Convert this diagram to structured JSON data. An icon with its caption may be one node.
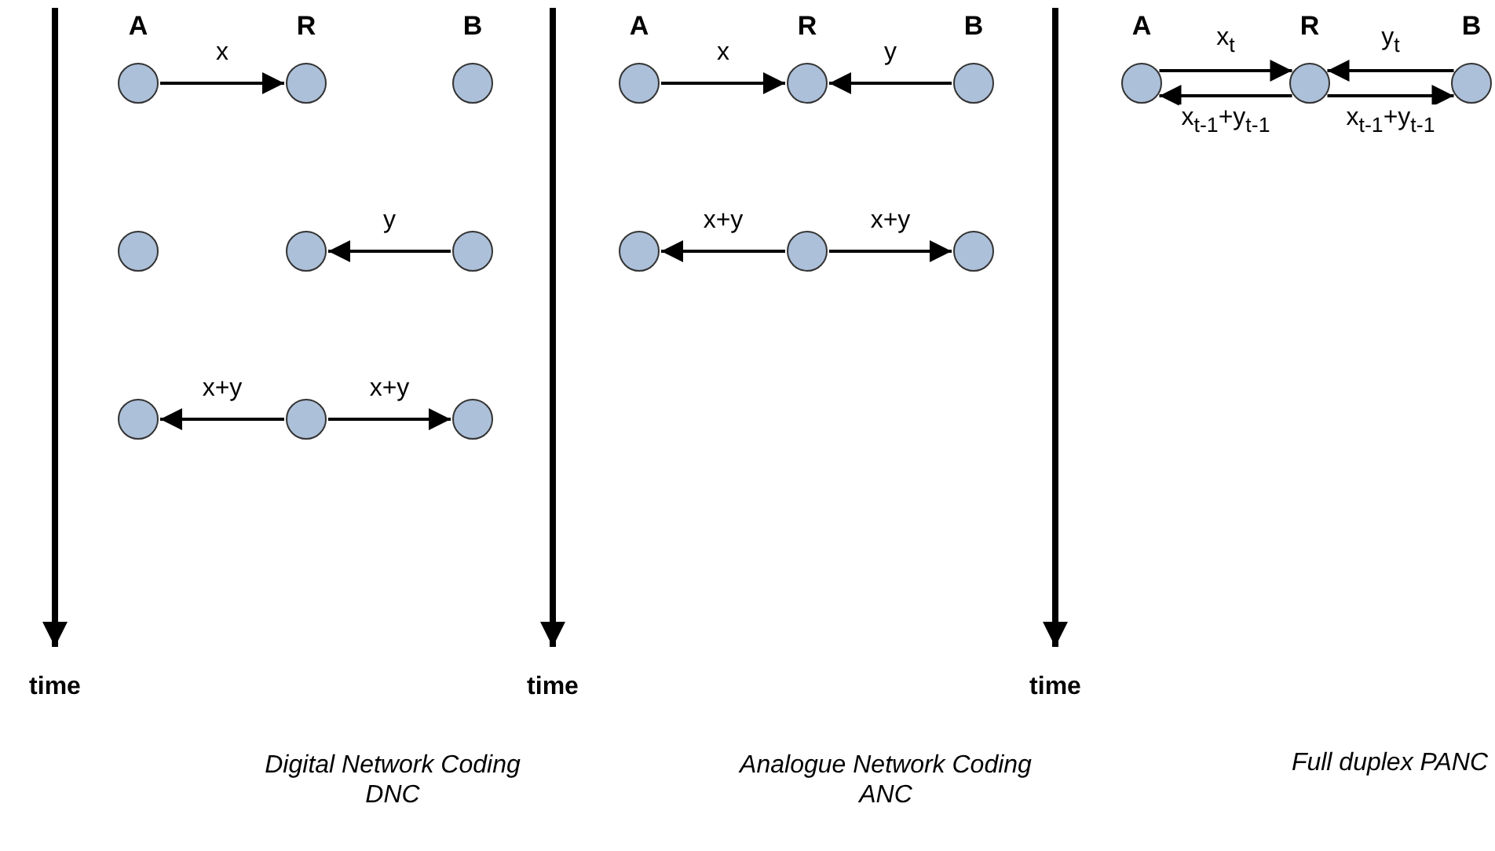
{
  "diagram": {
    "nodes": [
      {
        "text": [],
        "shape": "circle"
      },
      {
        "text": [],
        "shape": "circle"
      },
      {
        "text": [],
        "shape": "circle"
      },
      {
        "text": [],
        "shape": "circle"
      },
      {
        "text": [],
        "shape": "circle"
      },
      {
        "text": [],
        "shape": "circle"
      },
      {
        "text": [],
        "shape": "circle"
      },
      {
        "text": [],
        "shape": "circle"
      },
      {
        "text": [],
        "shape": "circle"
      },
      {
        "text": [],
        "shape": "circle"
      },
      {
        "text": [],
        "shape": "circle"
      },
      {
        "text": [],
        "shape": "circle"
      },
      {
        "text": [],
        "shape": "circle"
      },
      {
        "text": [],
        "shape": "circle"
      },
      {
        "text": [],
        "shape": "circle"
      },
      {
        "text": [],
        "shape": "circle"
      },
      {
        "text": [],
        "shape": "circle"
      },
      {
        "text": [],
        "shape": "circle"
      }
    ],
    "edges": [
      {
        "from": 0,
        "to": 1,
        "arrow": "to",
        "label": "x"
      },
      {
        "from": 5,
        "to": 4,
        "arrow": "to",
        "label": "y"
      },
      {
        "from": 7,
        "to": 6,
        "arrow": "to",
        "label": "x+y"
      },
      {
        "from": 7,
        "to": 8,
        "arrow": "to",
        "label": "x+y"
      },
      {
        "from": 9,
        "to": 10,
        "arrow": "to",
        "label": "x"
      },
      {
        "from": 11,
        "to": 10,
        "arrow": "to",
        "label": "y"
      },
      {
        "from": 13,
        "to": 12,
        "arrow": "to",
        "label": "x+y"
      },
      {
        "from": 13,
        "to": 14,
        "arrow": "to",
        "label": "x+y"
      },
      {
        "from": 15,
        "to": 16,
        "arrow": "to",
        "label": "x$_{t}$"
      },
      {
        "from": 17,
        "to": 16,
        "arrow": "to",
        "label": "y$_{t}$"
      },
      {
        "from": 16,
        "to": 15,
        "arrow": "to",
        "label": "x$_{t-1}$+y$_{t-1}$"
      },
      {
        "from": 16,
        "to": 17,
        "arrow": "to",
        "label": "x$_{t-1}$+y$_{t-1}$"
      }
    ],
    "labels": [
      "A",
      "R",
      "B",
      "A",
      "R",
      "B",
      "A",
      "R",
      "B",
      "time",
      "time",
      "time",
      "Digital Network Coding DNC",
      "Analogue Network Coding ANC",
      "Full duplex PANC"
    ]
  }
}
